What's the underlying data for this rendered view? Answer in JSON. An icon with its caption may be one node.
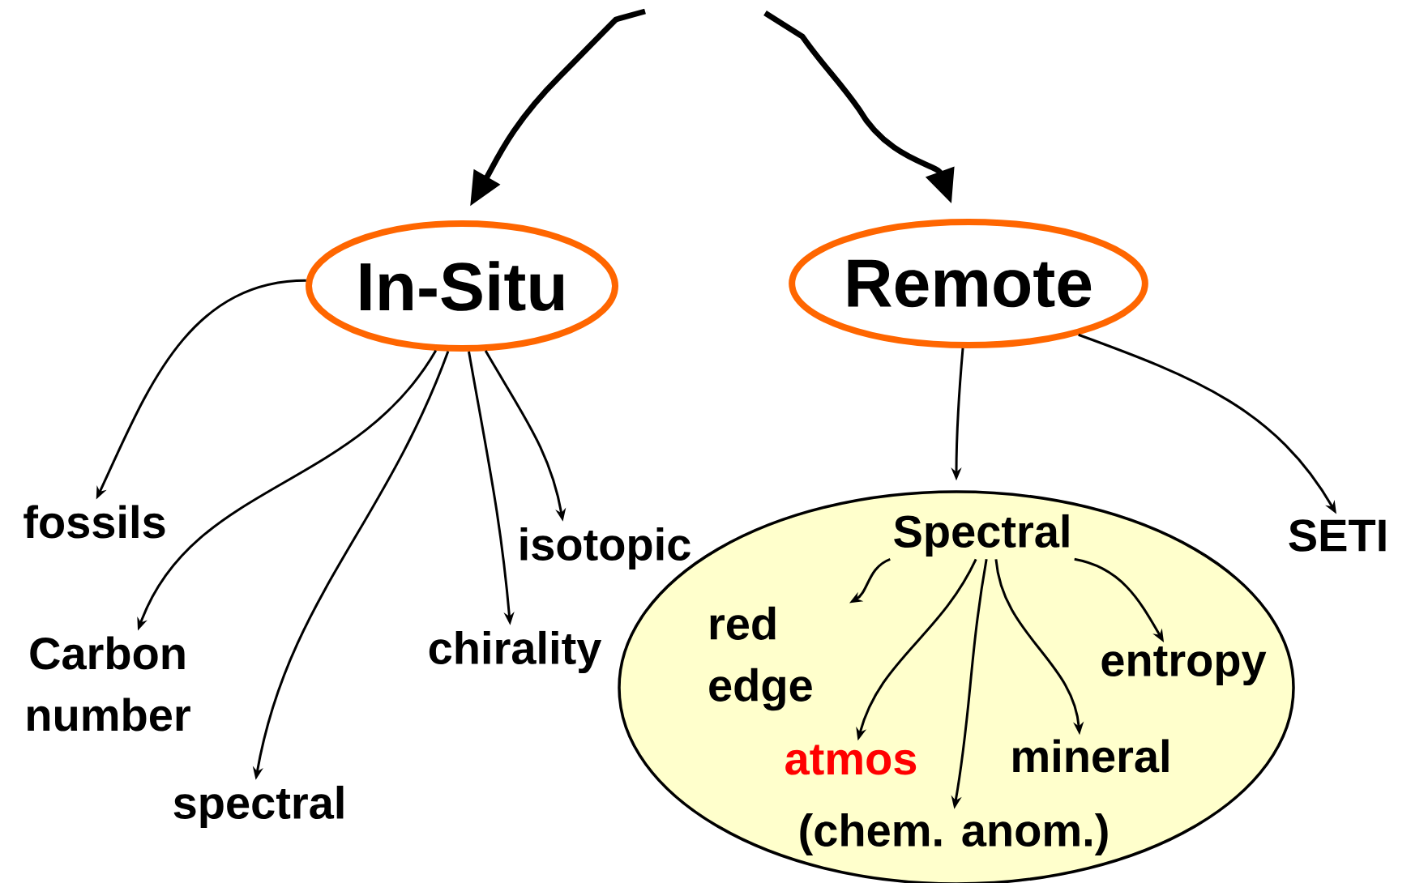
{
  "diagram": {
    "nodes": [
      {
        "text": [
          "In-Situ"
        ]
      },
      {
        "text": [
          "Remote"
        ]
      },
      {
        "text": [
          "fossils"
        ]
      },
      {
        "text": [
          "Carbon number"
        ]
      },
      {
        "text": [
          "spectral"
        ]
      },
      {
        "text": [
          "chirality"
        ]
      },
      {
        "text": [
          "isotopic"
        ]
      },
      {
        "text": [],
        "shape": "circle"
      },
      {
        "text": [
          "Spectral"
        ],
        "in": 7
      },
      {
        "text": [
          "red edge"
        ],
        "in": 7
      },
      {
        "text": [
          "atmos"
        ],
        "in": 7
      },
      {
        "text": [
          "(chem. anom.)"
        ],
        "in": 7
      },
      {
        "text": [
          "mineral"
        ],
        "in": 7
      },
      {
        "text": [
          "entropy"
        ],
        "in": 7
      },
      {
        "text": [
          "SETI"
        ]
      }
    ],
    "edges": [
      {
        "from": null,
        "to": 0,
        "arrow": "to",
        "style": "thick"
      },
      {
        "from": null,
        "to": 1,
        "arrow": "to",
        "style": "thick"
      },
      {
        "from": 0,
        "to": 2,
        "arrow": "to"
      },
      {
        "from": 0,
        "to": 3,
        "arrow": "to"
      },
      {
        "from": 0,
        "to": 4,
        "arrow": "to"
      },
      {
        "from": 0,
        "to": 5,
        "arrow": "to"
      },
      {
        "from": 0,
        "to": 6,
        "arrow": "to"
      },
      {
        "from": 1,
        "to": 7,
        "arrow": "to"
      },
      {
        "from": 1,
        "to": 14,
        "arrow": "to"
      },
      {
        "from": 8,
        "to": 9,
        "arrow": "to"
      },
      {
        "from": 8,
        "to": 10,
        "arrow": "to"
      },
      {
        "from": 8,
        "to": 11,
        "arrow": "to"
      },
      {
        "from": 8,
        "to": 12,
        "arrow": "to"
      },
      {
        "from": 8,
        "to": 13,
        "arrow": "to"
      }
    ]
  }
}
